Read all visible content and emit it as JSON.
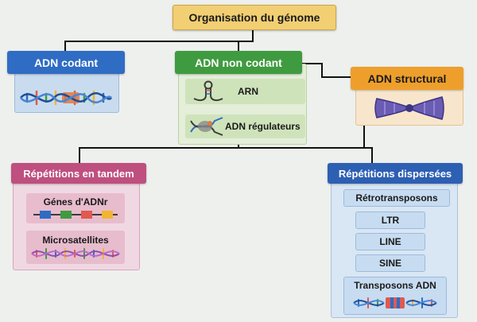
{
  "root": {
    "label": "Organisation du génome"
  },
  "coding": {
    "label": "ADN codant"
  },
  "noncoding": {
    "label": "ADN non codant",
    "items": [
      "ARN",
      "ADN régulateurs"
    ]
  },
  "structural": {
    "label": "ADN structural"
  },
  "tandem": {
    "label": "Répétitions en tandem",
    "items": [
      "Génes d'ADNr",
      "Microsatellites"
    ]
  },
  "dispersed": {
    "label": "Répétitions dispersées",
    "retro": "Rétrotransposons",
    "retro_items": [
      "LTR",
      "LINE",
      "SINE"
    ],
    "transposons": "Transposons ADN"
  },
  "colors": {
    "root": "#f2cf72",
    "blue": "#2f6cc4",
    "green": "#3f9b3f",
    "orange": "#ee9f2b",
    "pink": "#bf4f7f",
    "navy": "#2d5fb3",
    "light_blue": "#c7dcf1",
    "light_green": "#d8e9c8",
    "light_pink": "#f2d5df",
    "light_orange": "#f8e6cc"
  },
  "icons": [
    "dna-helix-icon",
    "rna-hairpin-icon",
    "dna-protein-icon",
    "chromosome-icon"
  ]
}
